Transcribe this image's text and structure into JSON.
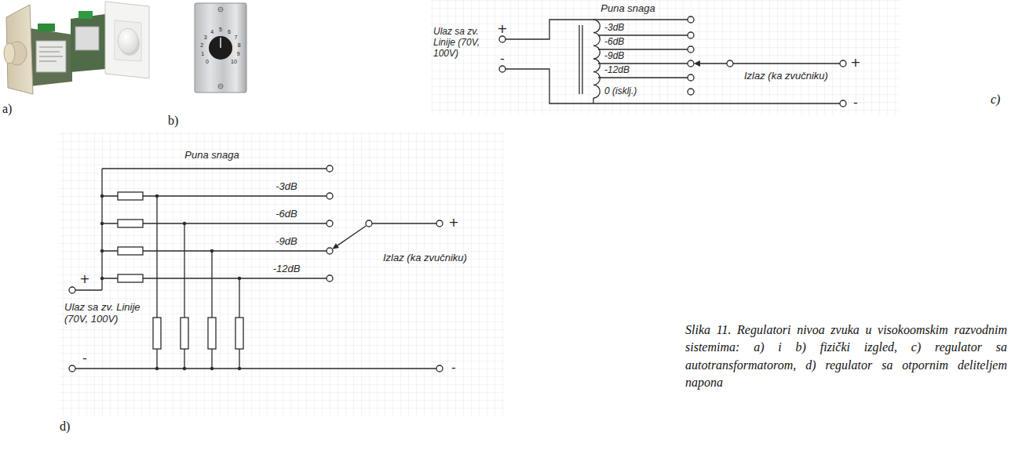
{
  "diagram": {
    "caption": "Slika 11. Regulatori nivoa zvuka u visokoomskim razvodnim sistemima: a) i b) fizički izgled, c) regulator sa autotransformatorom, d) regulator sa otpornim deliteljem napona",
    "labels": [
      "a)",
      "b)",
      "0",
      "1",
      "2",
      "3",
      "4",
      "5",
      "6",
      "7",
      "8",
      "9",
      "10",
      "Puna snaga",
      "-3dB",
      "-6dB",
      "-9dB",
      "-12dB",
      "0 (isklj.)",
      "+",
      "-",
      "Ulaz sa zv. Linije (70V, 100V)",
      "+",
      "Izlaz (ka zvučniku)",
      "-",
      "c)",
      "Puna snaga",
      "-3dB",
      "-6dB",
      "-9dB",
      "-12dB",
      "+",
      "Ulaz sa zv. Linije (70V, 100V)",
      "-",
      "+",
      "Izlaz (ka zvučniku)",
      "-",
      "d)"
    ]
  }
}
